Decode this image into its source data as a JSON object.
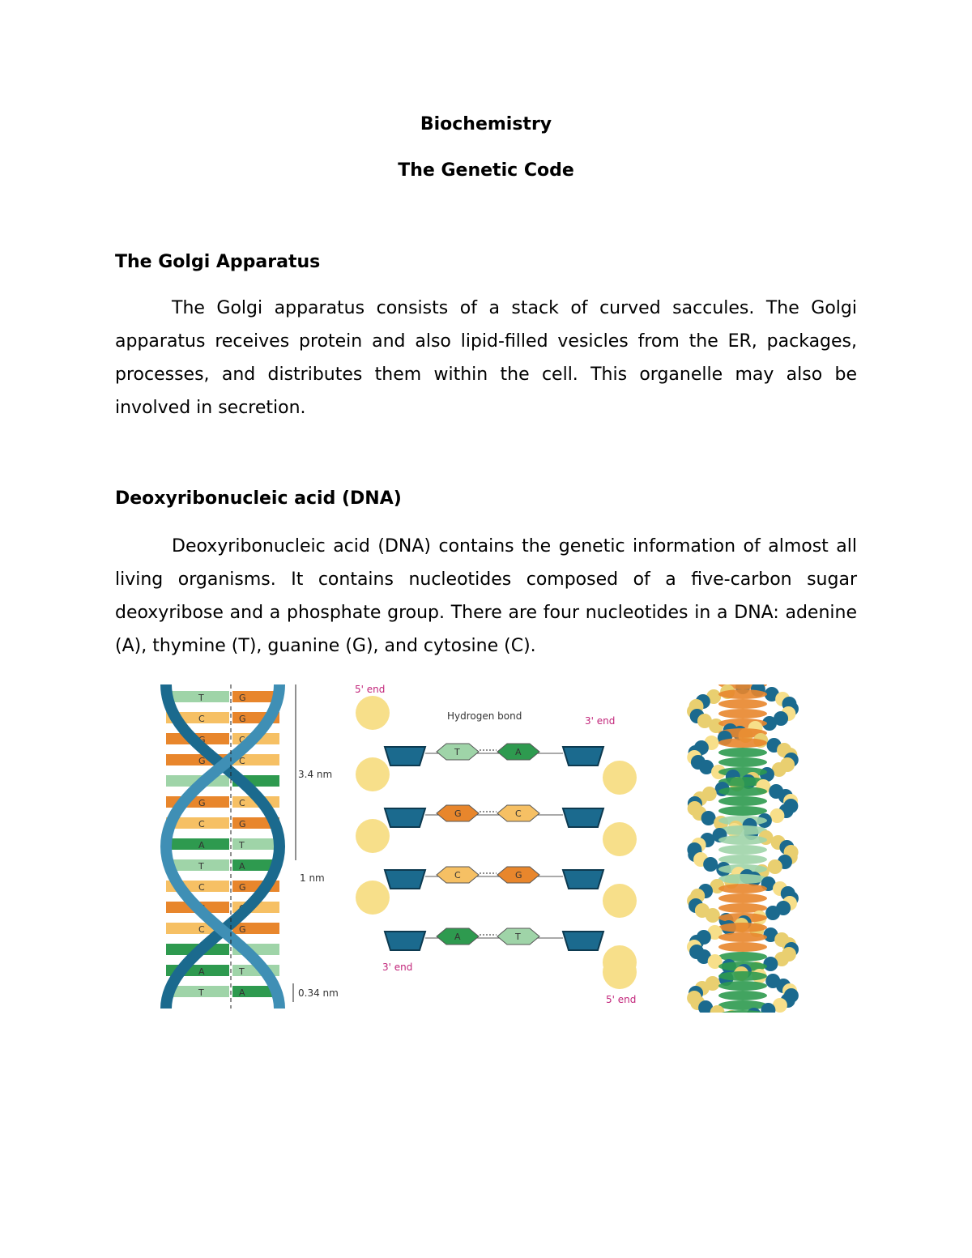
{
  "document": {
    "title": "Biochemistry",
    "subtitle": "The Genetic Code",
    "sections": [
      {
        "heading": "The Golgi Apparatus",
        "body": "The Golgi apparatus consists of a stack of curved saccules. The Golgi apparatus receives protein and also lipid-filled vesicles from the ER, packages, processes, and distributes them within the cell. This organelle may also be involved in secretion."
      },
      {
        "heading": "Deoxyribonucleic acid (DNA)",
        "body": "Deoxyribonucleic acid (DNA) contains the genetic information of almost all living organisms. It contains nucleotides composed of a five-carbon sugar deoxyribose and a phosphate group. There are four nucleotides in a DNA: adenine (A), thymine (T), guanine (G), and cytosine (C)."
      }
    ]
  },
  "figure": {
    "helix_labels": {
      "pitch": "3.4 nm",
      "width": "1 nm",
      "rise": "0.34 nm"
    },
    "ladder_labels": {
      "five_end_top": "5' end",
      "three_end_top": "3' end",
      "hydrogen_bond": "Hydrogen bond",
      "three_end_bottom": "3' end",
      "five_end_bottom": "5' end"
    },
    "base_pairs": [
      [
        "T",
        "A"
      ],
      [
        "G",
        "C"
      ],
      [
        "C",
        "G"
      ],
      [
        "A",
        "T"
      ]
    ],
    "colors": {
      "backbone": "#1b6a8e",
      "adenine": "#2e9a4f",
      "thymine": "#9fd4a8",
      "guanine": "#e8862c",
      "cytosine": "#f6c064",
      "phosphate": "#f7df8a",
      "label_accent": "#c2257a"
    }
  }
}
